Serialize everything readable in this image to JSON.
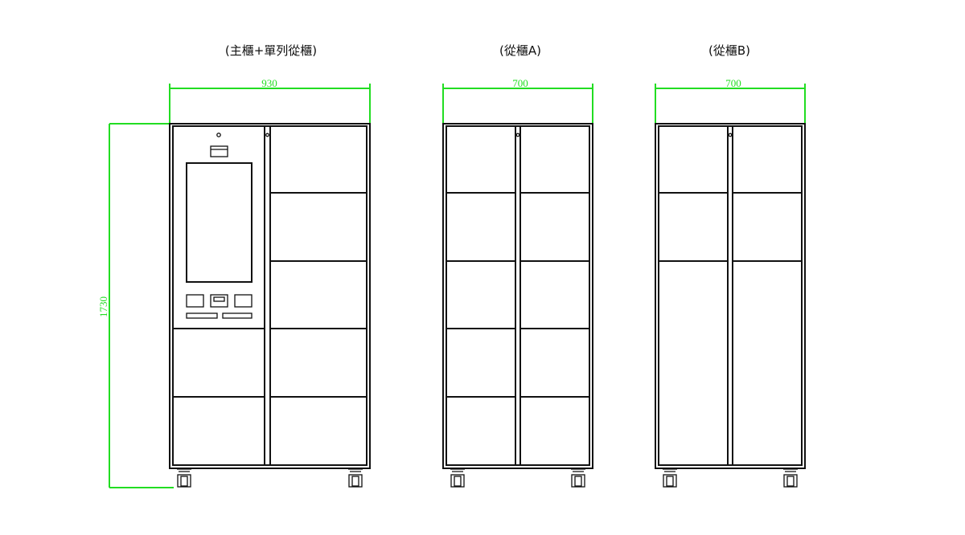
{
  "titles": {
    "main": "(主櫃+單列從櫃)",
    "slave_a": "(從櫃A)",
    "slave_b": "(從櫃B)"
  },
  "dimensions": {
    "main_width": "930",
    "slave_a_width": "700",
    "slave_b_width": "700",
    "height": "1730"
  },
  "colors": {
    "dimension_line": "#22dd22",
    "outline": "#111111"
  }
}
